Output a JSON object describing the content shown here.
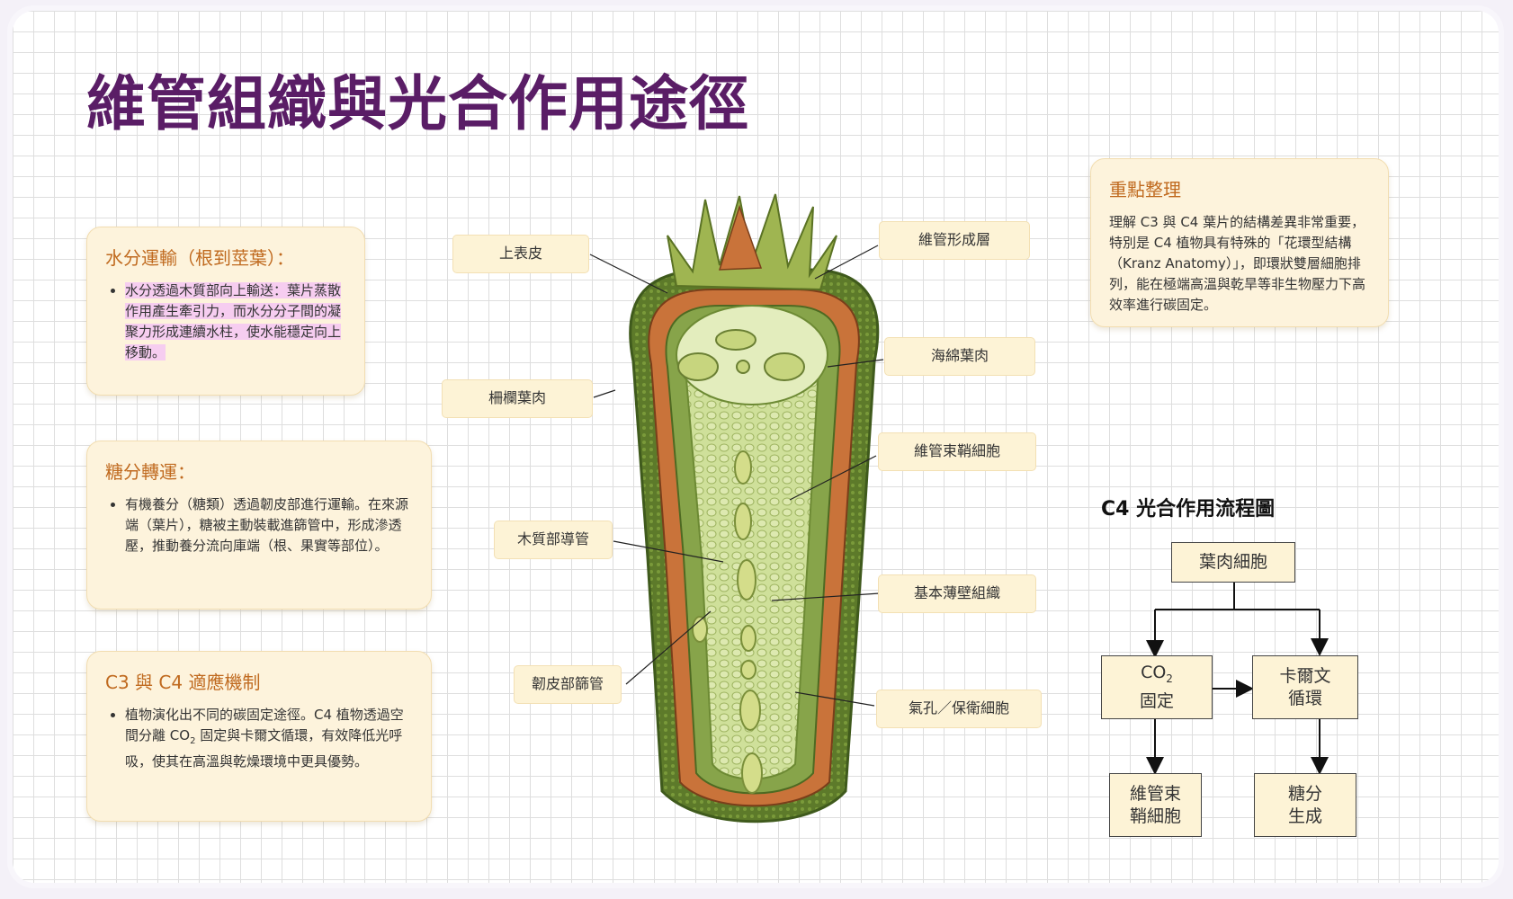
{
  "title": "維管組織與光合作用途徑",
  "cards": {
    "water": {
      "heading": "水分運輸（根到莖葉）：",
      "text": "水分透過木質部向上輸送：葉片蒸散作用產生牽引力，而水分分子間的凝聚力形成連續水柱，使水能穩定向上移動。"
    },
    "sugar": {
      "heading": "糖分轉運：",
      "text": "有機養分（糖類）透過韌皮部進行運輸。在來源端（葉片），糖被主動裝載進篩管中，形成滲透壓，推動養分流向庫端（根、果實等部位）。"
    },
    "c3c4": {
      "heading": "C3 與 C4 適應機制",
      "text_a": "植物演化出不同的碳固定途徑。C4 植物透過空間分離 CO",
      "sub": "2",
      "text_b": " 固定與卡爾文循環，有效降低光呼吸，使其在高溫與乾燥環境中更具優勢。"
    },
    "keypoints": {
      "heading": "重點整理",
      "text": "理解 C3 與 C4 葉片的結構差異非常重要，特別是 C4 植物具有特殊的「花環型結構（Kranz Anatomy）」，即環狀雙層細胞排列，能在極端高溫與乾旱等非生物壓力下高效率進行碳固定。"
    }
  },
  "labels": {
    "epidermis": "上表皮",
    "palisade": "柵欄葉肉",
    "xylem": "木質部導管",
    "phloem": "韌皮部篩管",
    "cambium": "維管形成層",
    "spongy": "海綿葉肉",
    "sheath": "維管束鞘細胞",
    "parenchyma": "基本薄壁組織",
    "stomata": "氣孔／保衛細胞"
  },
  "flow": {
    "title": "C4 光合作用流程圖",
    "mesophyll": "葉肉細胞",
    "co2_a": "CO",
    "co2_sub": "2",
    "co2_b": "固定",
    "calvin_1": "卡爾文",
    "calvin_2": "循環",
    "bundle_1": "維管束",
    "bundle_2": "鞘細胞",
    "sugar_1": "糖分",
    "sugar_2": "生成"
  },
  "colors": {
    "title": "#5a1d66",
    "card_heading": "#c06a1f",
    "card_bg": "#fdf3dc",
    "highlight": "#f6cdf0"
  }
}
